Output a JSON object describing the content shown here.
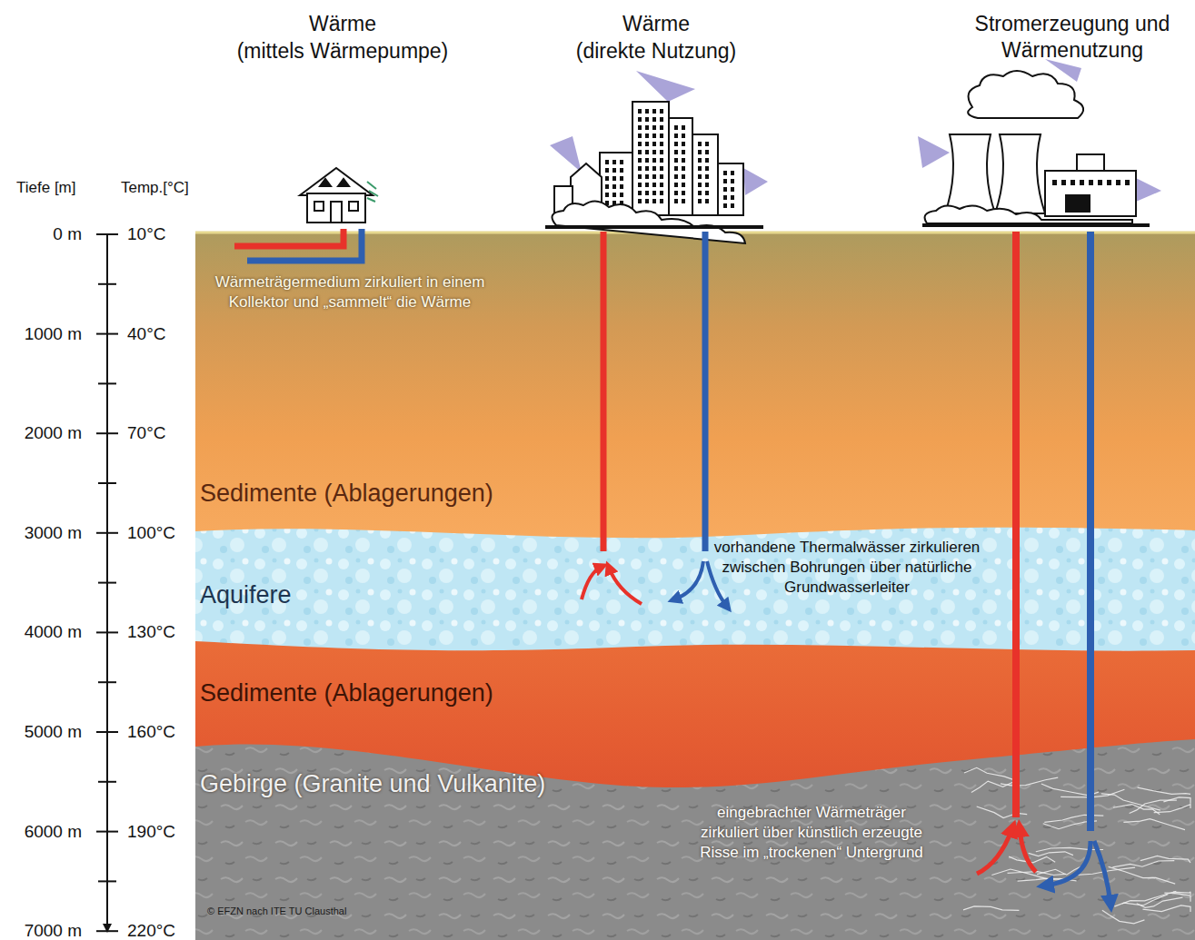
{
  "diagram": {
    "labels": [
      "Wärme",
      "(mittels Wärmepumpe)",
      "Wärme",
      "(direkte Nutzung)",
      "Stromerzeugung und Wärmenutzung",
      "Tiefe [m]",
      "Temp.[°C]",
      "0 m",
      "1000 m",
      "2000 m",
      "3000 m",
      "4000 m",
      "5000 m",
      "6000 m",
      "7000 m",
      "10°C",
      "40°C",
      "70°C",
      "100°C",
      "130°C",
      "160°C",
      "190°C",
      "220°C",
      "Wärmeträgermedium zirkuliert in einem Kollektor und „sammelt“ die Wärme",
      "Sedimente (Ablagerungen)",
      "Aquifere",
      "vorhandene Thermalwässer zirkulieren zwischen Bohrungen über natürliche Grundwasserleiter",
      "Sedimente (Ablagerungen)",
      "Gebirge (Granite und Vulkanite)",
      "eingebrachter Wärmeträger zirkuliert über künstlich erzeugte Risse im „trockenen“ Untergrund",
      "© EFZN nach ITE TU Clausthal"
    ]
  }
}
